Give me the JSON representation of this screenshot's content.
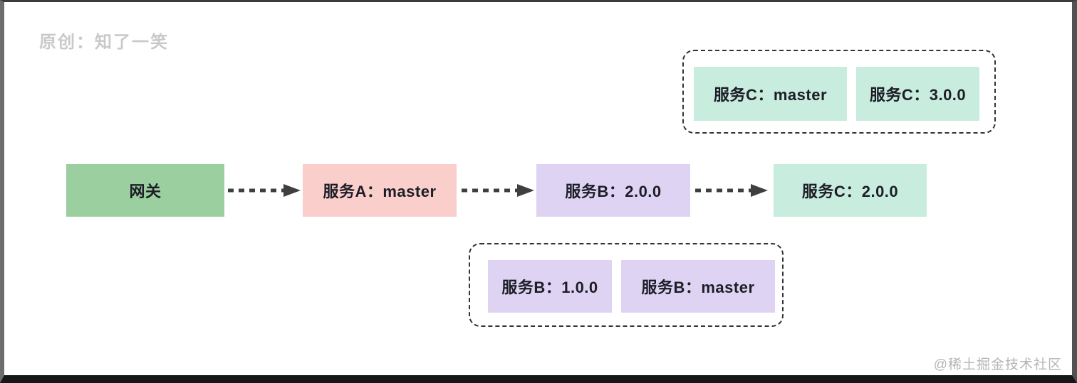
{
  "watermarks": {
    "author": "原创：知了一笑",
    "community": "@稀土掘金技术社区"
  },
  "colors": {
    "gateway": "#9bcf9f",
    "service_a": "#f9cecb",
    "service_b": "#ded3f2",
    "service_c": "#c8ecde",
    "arrow": "#3f3f3f",
    "group_border": "#333333",
    "node_text": "#1d1d27",
    "watermark_author_text": "#c9c9c9",
    "watermark_community_text": "#b4b4b4"
  },
  "flow": {
    "nodes": [
      {
        "id": "gateway",
        "label": "网关"
      },
      {
        "id": "service-a",
        "label": "服务A：master"
      },
      {
        "id": "service-b",
        "label": "服务B：2.0.0"
      },
      {
        "id": "service-c",
        "label": "服务C：2.0.0"
      }
    ]
  },
  "service_c_group": {
    "items": [
      {
        "label": "服务C：master"
      },
      {
        "label": "服务C：3.0.0"
      }
    ]
  },
  "service_b_group": {
    "items": [
      {
        "label": "服务B：1.0.0"
      },
      {
        "label": "服务B：master"
      }
    ]
  }
}
